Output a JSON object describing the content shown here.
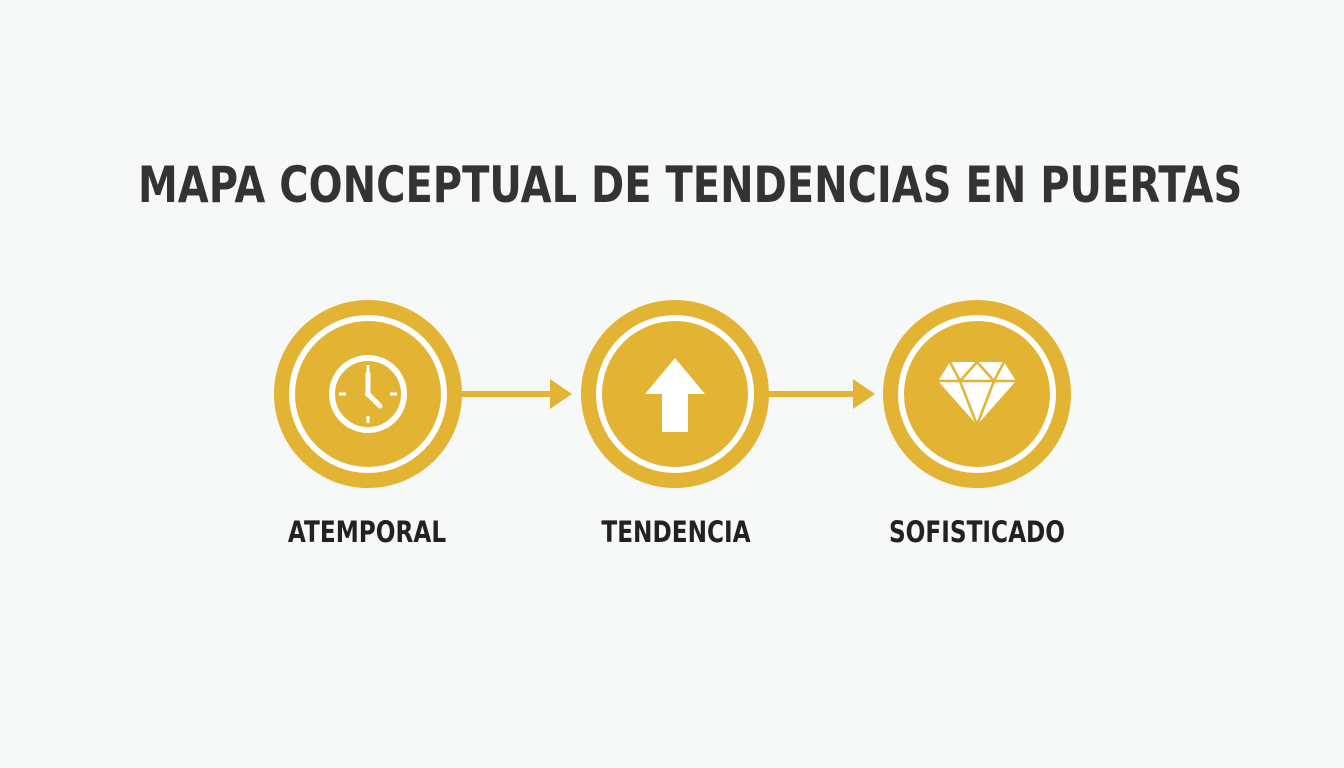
{
  "title": "MAPA CONCEPTUAL DE TENDENCIAS EN PUERTAS",
  "colors": {
    "background": "#f7f9f8",
    "accent": "#e3b334",
    "icon": "#ffffff",
    "title_text": "#333333",
    "label_text": "#222222"
  },
  "steps": [
    {
      "label": "ATEMPORAL",
      "icon": "clock-icon"
    },
    {
      "label": "TENDENCIA",
      "icon": "arrow-up-icon"
    },
    {
      "label": "SOFISTICADO",
      "icon": "diamond-icon"
    }
  ],
  "connectors": [
    {
      "from": "ATEMPORAL",
      "to": "TENDENCIA"
    },
    {
      "from": "TENDENCIA",
      "to": "SOFISTICADO"
    }
  ]
}
